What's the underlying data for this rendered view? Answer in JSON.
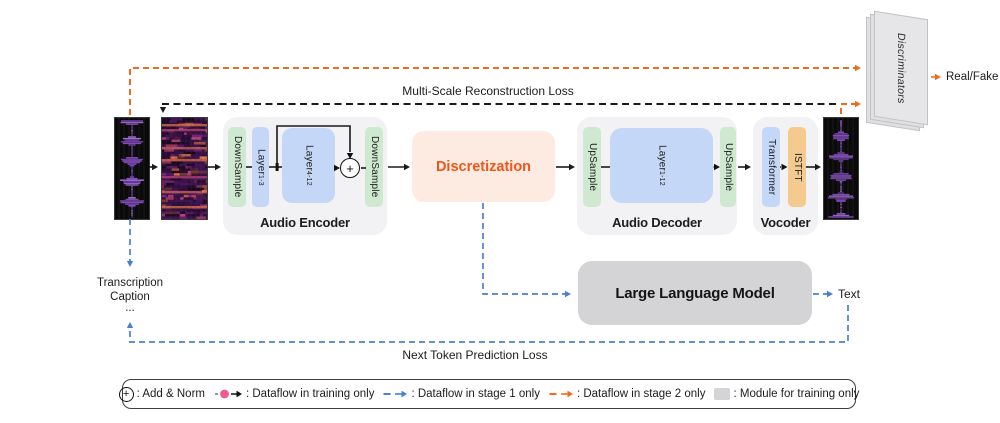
{
  "figure": {
    "losses": {
      "multi_scale": "Multi-Scale Reconstruction Loss",
      "next_token": "Next Token Prediction Loss"
    },
    "io": {
      "transcription": "Transcription",
      "caption": "Caption",
      "ellipsis": "...",
      "text_output": "Text",
      "real_fake": "Real/Fake"
    },
    "encoder": {
      "title": "Audio Encoder",
      "downsample_front": "DownSample",
      "layers_front": {
        "base": "Layer",
        "sub": "1-3"
      },
      "layers_back": {
        "base": "Layer",
        "sub": "4-12"
      },
      "downsample_back": "DownSample",
      "add_symbol": "+"
    },
    "discretization": {
      "label": "Discretization"
    },
    "decoder": {
      "title": "Audio Decoder",
      "upsample_front": "UpSample",
      "layers": {
        "base": "Layer",
        "sub": "1-12"
      },
      "upsample_back": "UpSample"
    },
    "vocoder": {
      "title": "Vocoder",
      "transformer": "Transformer",
      "istft": "ISTFT"
    },
    "llm": {
      "label": "Large Language Model"
    },
    "discriminators": {
      "label": "Discriminators"
    }
  },
  "legend": {
    "add_symbol": "+",
    "items": [
      {
        "icon": "add-norm-icon",
        "label": ": Add & Norm"
      },
      {
        "icon": "training-dataflow-icon",
        "label": ": Dataflow in training only"
      },
      {
        "icon": "stage1-dataflow-icon",
        "label": ": Dataflow in stage 1 only"
      },
      {
        "icon": "stage2-dataflow-icon",
        "label": ": Dataflow in stage 2 only"
      },
      {
        "icon": "training-module-icon",
        "label": ": Module for training only"
      }
    ]
  },
  "colors": {
    "accent_orange": "#f26a1c",
    "stage1_blue": "#4a7fd4",
    "training_pink": "#ee5a92",
    "line_black": "#1a1a1a",
    "module_green": "#cfe9d1",
    "module_blue": "#c5d7f6",
    "module_tan": "#f4ca8e",
    "module_gray": "#d4d4d6",
    "container_gray": "#f2f2f4",
    "discretization_bg": "#fdebe1",
    "discretization_text": "#f0551a",
    "waveform_purple": "#9d5fe0"
  }
}
